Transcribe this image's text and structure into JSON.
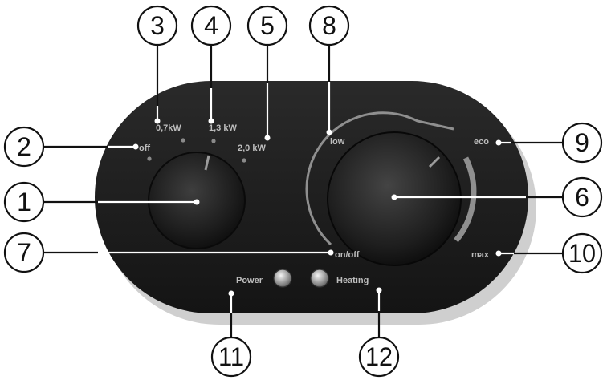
{
  "panel": {
    "power_levels": [
      "off",
      "0,7kW",
      "1,3 kW",
      "2,0 kW"
    ],
    "thermostat": {
      "low": "low",
      "eco": "eco",
      "max": "max",
      "on_off": "on/off"
    },
    "indicators": {
      "power": "Power",
      "heating": "Heating"
    }
  },
  "callouts": [
    "1",
    "2",
    "3",
    "4",
    "5",
    "6",
    "7",
    "8",
    "9",
    "10",
    "11",
    "12"
  ]
}
